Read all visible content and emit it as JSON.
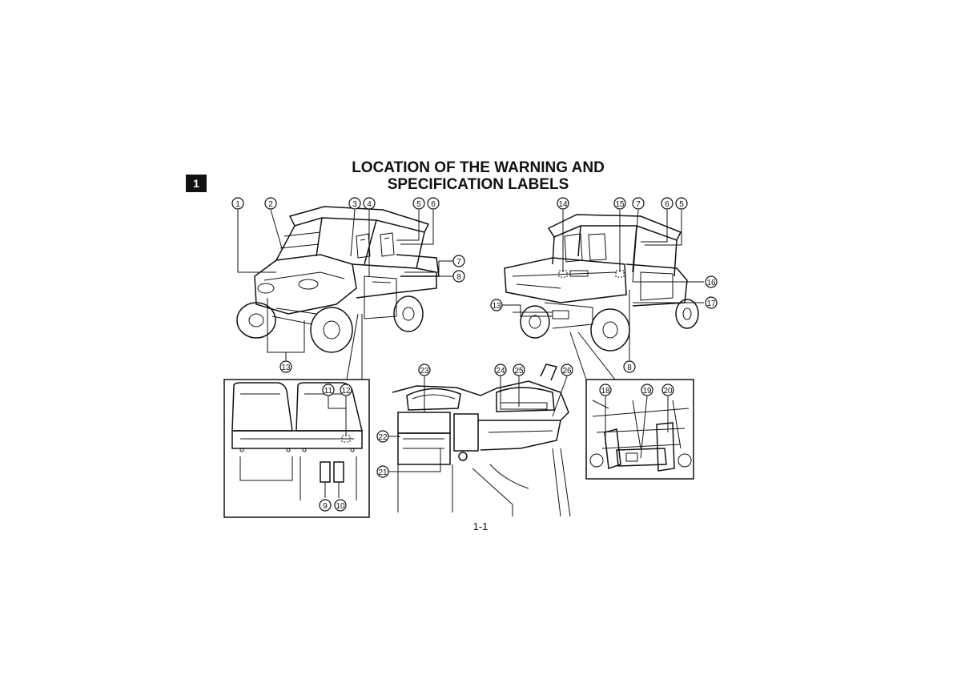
{
  "chapter_tab": "1",
  "title_line1": "LOCATION OF THE WARNING AND",
  "title_line2": "SPECIFICATION LABELS",
  "page_number": "1-1",
  "callouts": {
    "front_view": [
      "1",
      "2",
      "3",
      "4",
      "5",
      "6",
      "7",
      "8",
      "13"
    ],
    "rear_view": [
      "14",
      "15",
      "7",
      "6",
      "5",
      "16",
      "17",
      "13",
      "8"
    ],
    "seat_detail": [
      "11",
      "12",
      "9",
      "10"
    ],
    "dash_detail": [
      "23",
      "24",
      "25",
      "26",
      "22",
      "21"
    ],
    "bed_detail": [
      "18",
      "19",
      "20"
    ]
  }
}
